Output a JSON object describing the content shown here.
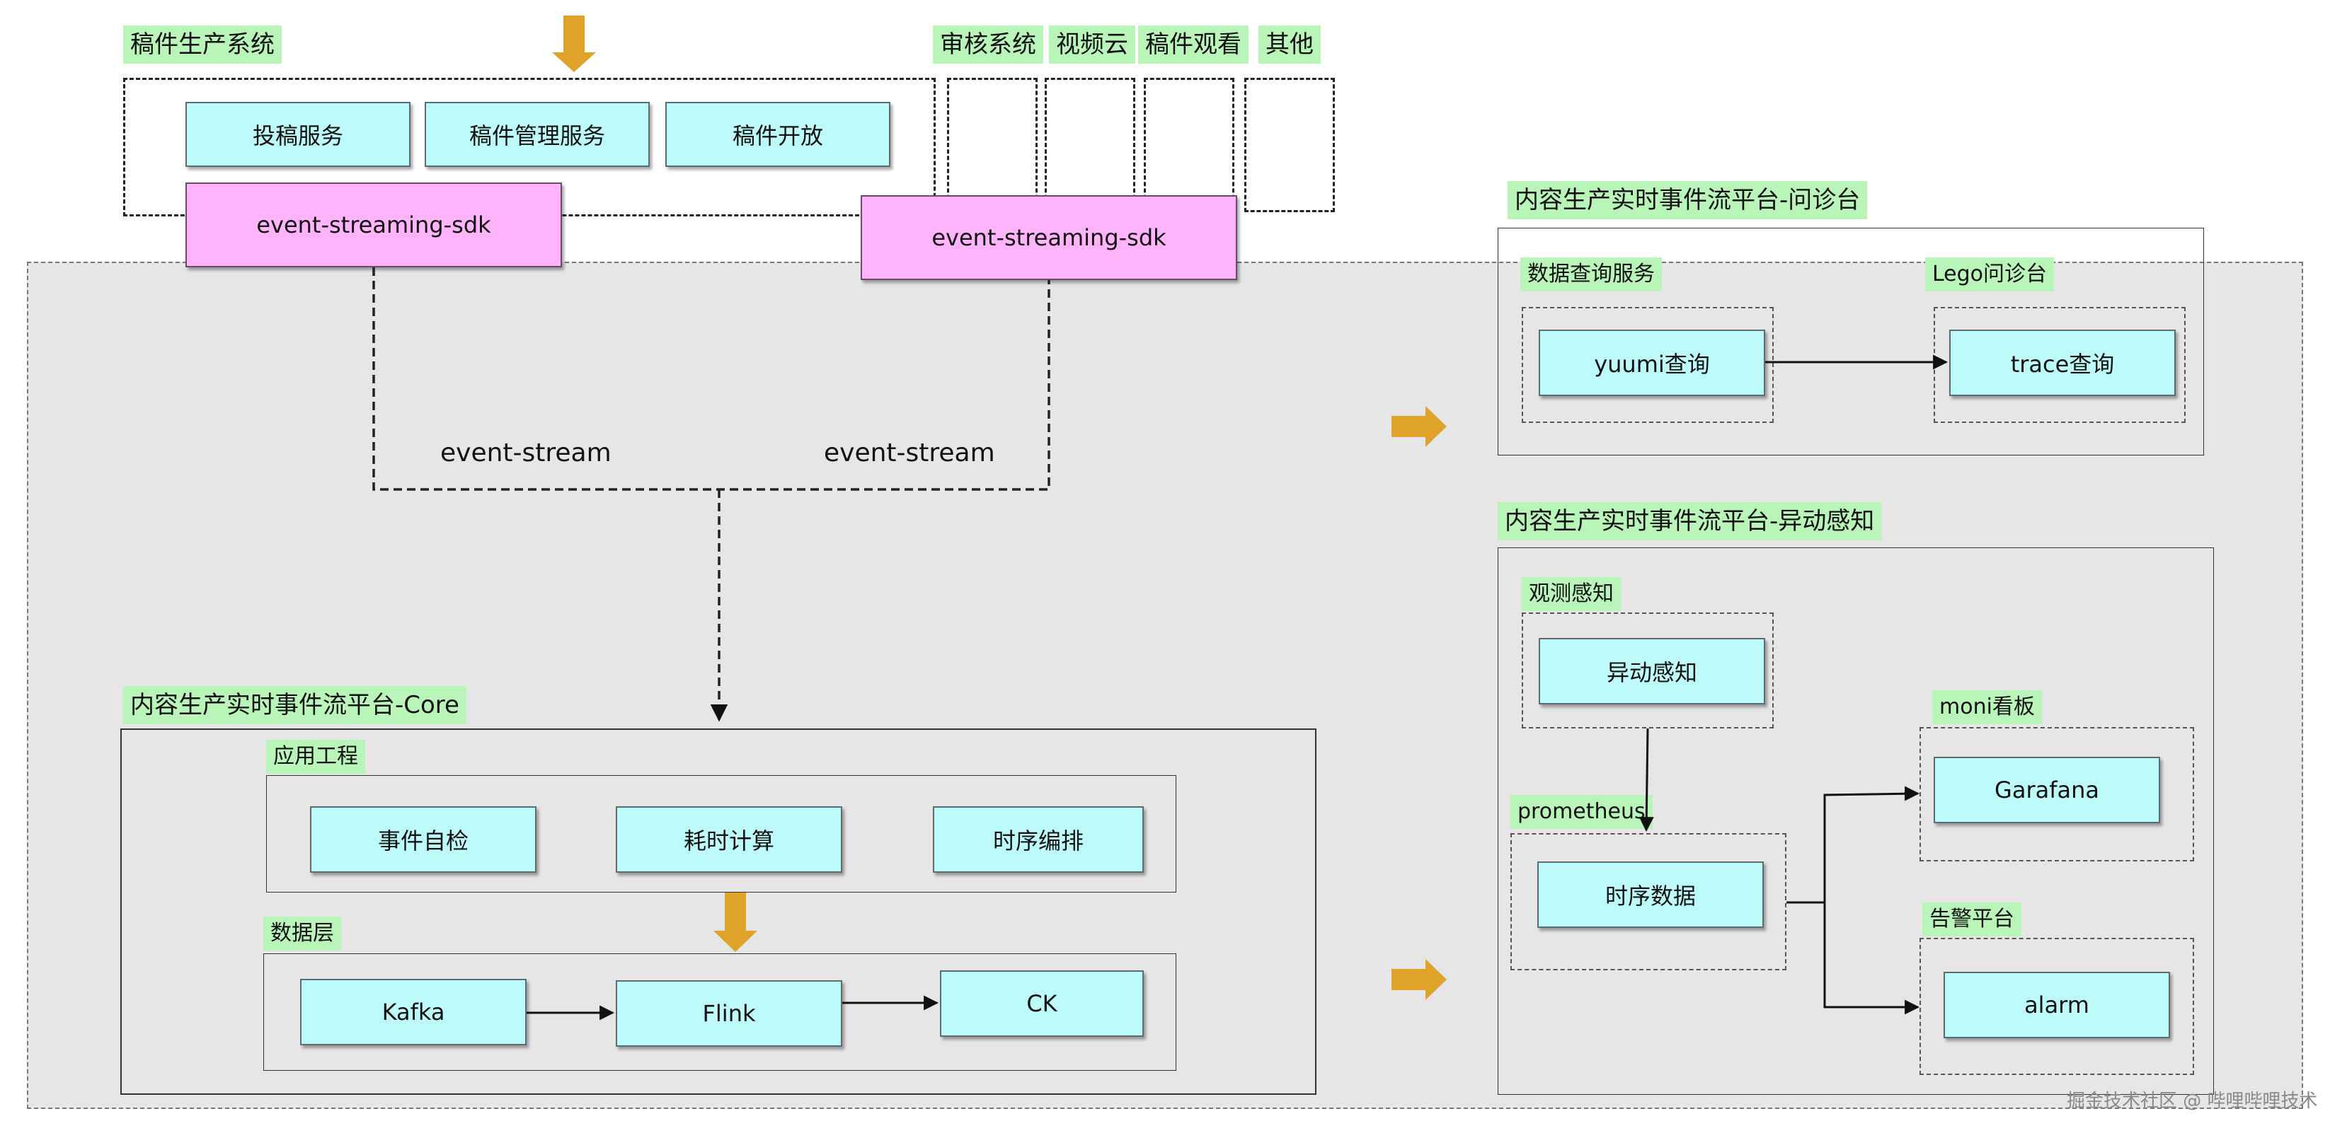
{
  "systems": {
    "producer_title": "稿件生产系统",
    "review": "审核系统",
    "video_cloud": "视频云",
    "viewing": "稿件观看",
    "other": "其他",
    "services": [
      "投稿服务",
      "稿件管理服务",
      "稿件开放"
    ],
    "sdk_left": "event-streaming-sdk",
    "sdk_right": "event-streaming-sdk"
  },
  "stream": {
    "left": "event-stream",
    "right": "event-stream"
  },
  "core": {
    "title": "内容生产实时事件流平台-Core",
    "app_layer": {
      "title": "应用工程",
      "items": [
        "事件自检",
        "耗时计算",
        "时序编排"
      ]
    },
    "data_layer": {
      "title": "数据层",
      "items": [
        "Kafka",
        "Flink",
        "CK"
      ]
    }
  },
  "diagnosis": {
    "title": "内容生产实时事件流平台-问诊台",
    "query_group": "数据查询服务",
    "query_item": "yuumi查询",
    "lego_group": "Lego问诊台",
    "lego_item": "trace查询"
  },
  "anomaly": {
    "title": "内容生产实时事件流平台-异动感知",
    "observe_group": "观测感知",
    "observe_item": "异动感知",
    "prom_group": "prometheus",
    "prom_item": "时序数据",
    "moni_group": "moni看板",
    "moni_item": "Garafana",
    "alarm_group": "告警平台",
    "alarm_item": "alarm"
  },
  "watermark": "掘金技术社区 @ 哔哩哔哩技术",
  "colors": {
    "label_bg": "#b9f5b9",
    "box_bg": "#bdfbfb",
    "sdk_bg": "#ffb3fb",
    "platform_bg": "#e6e6e6",
    "arrow_orange": "#e0a32a"
  }
}
